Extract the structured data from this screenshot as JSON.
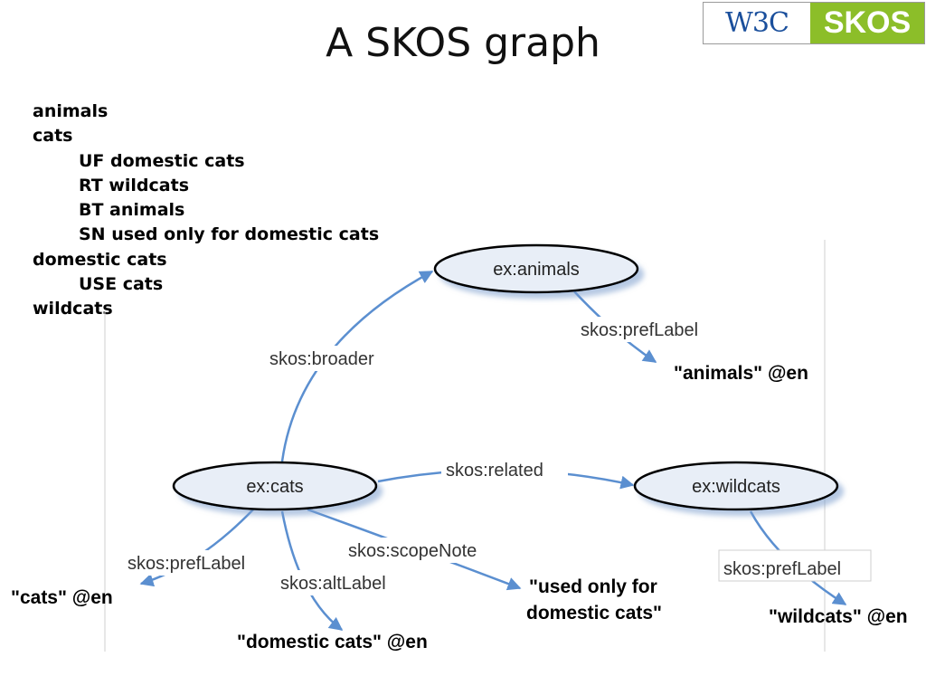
{
  "title": "A SKOS graph",
  "logo": {
    "w3c": "W3C",
    "skos": "SKOS"
  },
  "thesaurus": [
    {
      "text": "animals",
      "indent": false
    },
    {
      "text": "cats",
      "indent": false
    },
    {
      "text": "UF domestic cats",
      "indent": true
    },
    {
      "text": "RT wildcats",
      "indent": true
    },
    {
      "text": "BT animals",
      "indent": true
    },
    {
      "text": "SN used only for domestic cats",
      "indent": true
    },
    {
      "text": "domestic cats",
      "indent": false
    },
    {
      "text": "USE cats",
      "indent": true
    },
    {
      "text": "wildcats",
      "indent": false
    }
  ],
  "graph": {
    "nodes": {
      "animals": "ex:animals",
      "cats": "ex:cats",
      "wildcats": "ex:wildcats"
    },
    "edges": {
      "broader": "skos:broader",
      "related": "skos:related",
      "animals_preflabel": "skos:prefLabel",
      "cats_preflabel": "skos:prefLabel",
      "altlabel": "skos:altLabel",
      "scopenote": "skos:scopeNote",
      "wildcats_preflabel": "skos:prefLabel"
    },
    "literals": {
      "animals": "\"animals\" @en",
      "cats": "\"cats\" @en",
      "domestic_cats": "\"domestic cats\" @en",
      "scopenote_line1": "\"used only for",
      "scopenote_line2": "domestic cats\"",
      "wildcats": "\"wildcats\" @en"
    },
    "colors": {
      "arrow": "#5b8fd0",
      "node_fill": "#e8eef7",
      "node_stroke": "#000000"
    }
  }
}
